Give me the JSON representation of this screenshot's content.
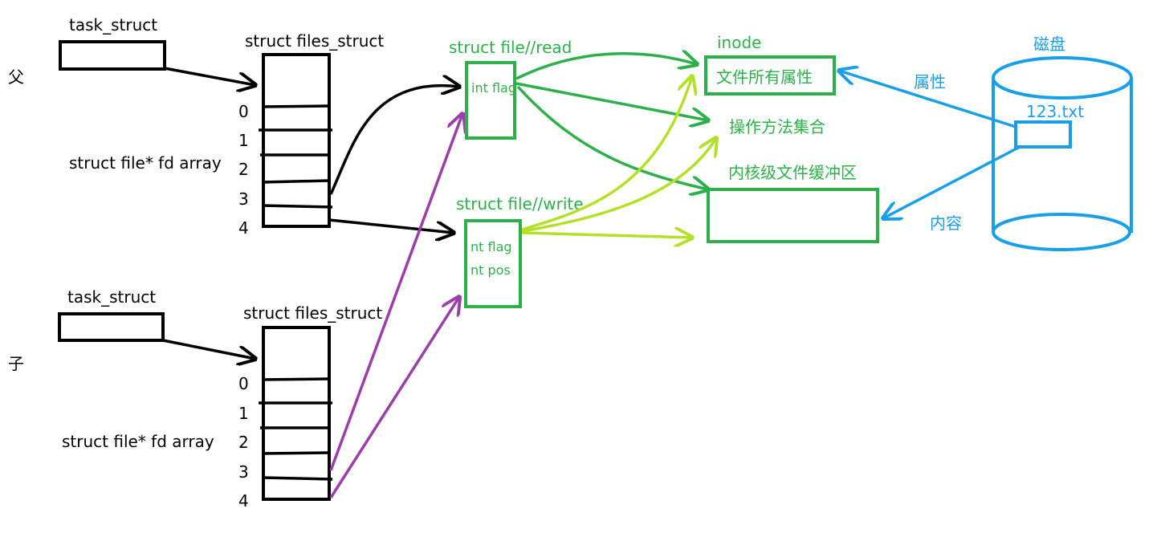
{
  "parent": {
    "side_label": "父",
    "task_struct": "task_struct",
    "files_struct": "struct files_struct",
    "fd_array": "struct file* fd array",
    "indices": [
      "0",
      "1",
      "2",
      "3",
      "4"
    ]
  },
  "child": {
    "side_label": "子",
    "task_struct": "task_struct",
    "files_struct": "struct files_struct",
    "fd_array": "struct file* fd array",
    "indices": [
      "0",
      "1",
      "2",
      "3",
      "4"
    ]
  },
  "file_read": {
    "title": "struct file//read",
    "fields": [
      "int flag"
    ]
  },
  "file_write": {
    "title": "struct file//write",
    "fields": [
      "nt flag",
      "nt pos"
    ]
  },
  "inode": {
    "title": "inode",
    "attrs": "文件所有属性",
    "ops": "操作方法集合",
    "buffer": "内核级文件缓冲区"
  },
  "disk": {
    "title": "磁盘",
    "file": "123.txt",
    "attr_label": "属性",
    "content_label": "内容"
  },
  "colors": {
    "black": "#000000",
    "green": "#2db04a",
    "lime": "#b5e02a",
    "purple": "#9b3ea8",
    "blue": "#1a9fe6"
  }
}
